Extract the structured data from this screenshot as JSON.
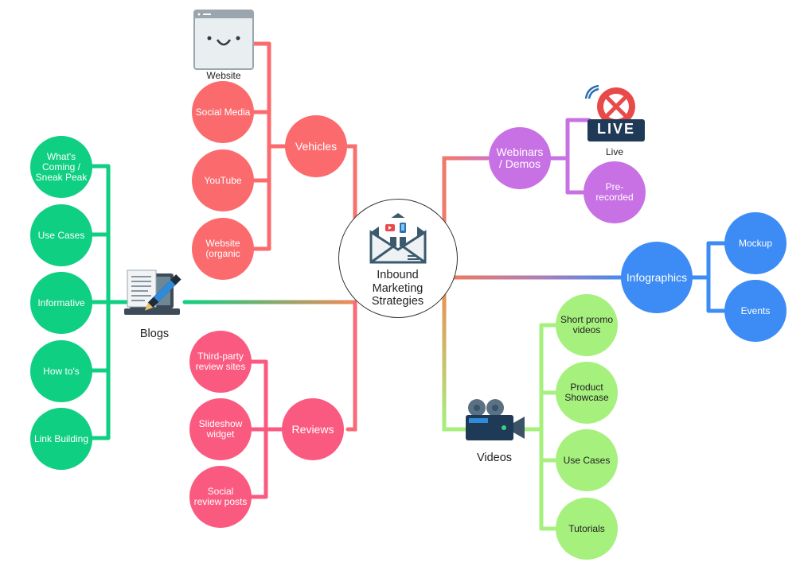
{
  "center": {
    "title": "Inbound\nMarketing\nStrategies"
  },
  "colors": {
    "blogs": "#0ecf82",
    "vehicles": "#fb6b6e",
    "reviews": "#fb5a80",
    "webinars": "#c871e4",
    "infographics": "#3d8bf4",
    "videos": "#a6f07e"
  },
  "blogs": {
    "label": "Blogs",
    "items": [
      "What's\nComing /\nSneak Peak",
      "Use Cases",
      "Informative",
      "How to's",
      "Link Building"
    ]
  },
  "vehicles": {
    "label": "Vehicles",
    "website_label": "Website",
    "items": [
      "Social Media",
      "YouTube",
      "Website\n(organic"
    ]
  },
  "reviews": {
    "label": "Reviews",
    "items": [
      "Third-party\nreview sites",
      "Slideshow\nwidget",
      "Social\nreview posts"
    ]
  },
  "webinars": {
    "label": "Webinars\n/ Demos",
    "live_badge": "LIVE",
    "live_label": "Live",
    "items": [
      "Pre-\nrecorded"
    ]
  },
  "infographics": {
    "label": "Infographics",
    "items": [
      "Mockup",
      "Events"
    ]
  },
  "videos": {
    "label": "Videos",
    "items": [
      "Short promo\nvideos",
      "Product\nShowcase",
      "Use Cases",
      "Tutorials"
    ]
  }
}
